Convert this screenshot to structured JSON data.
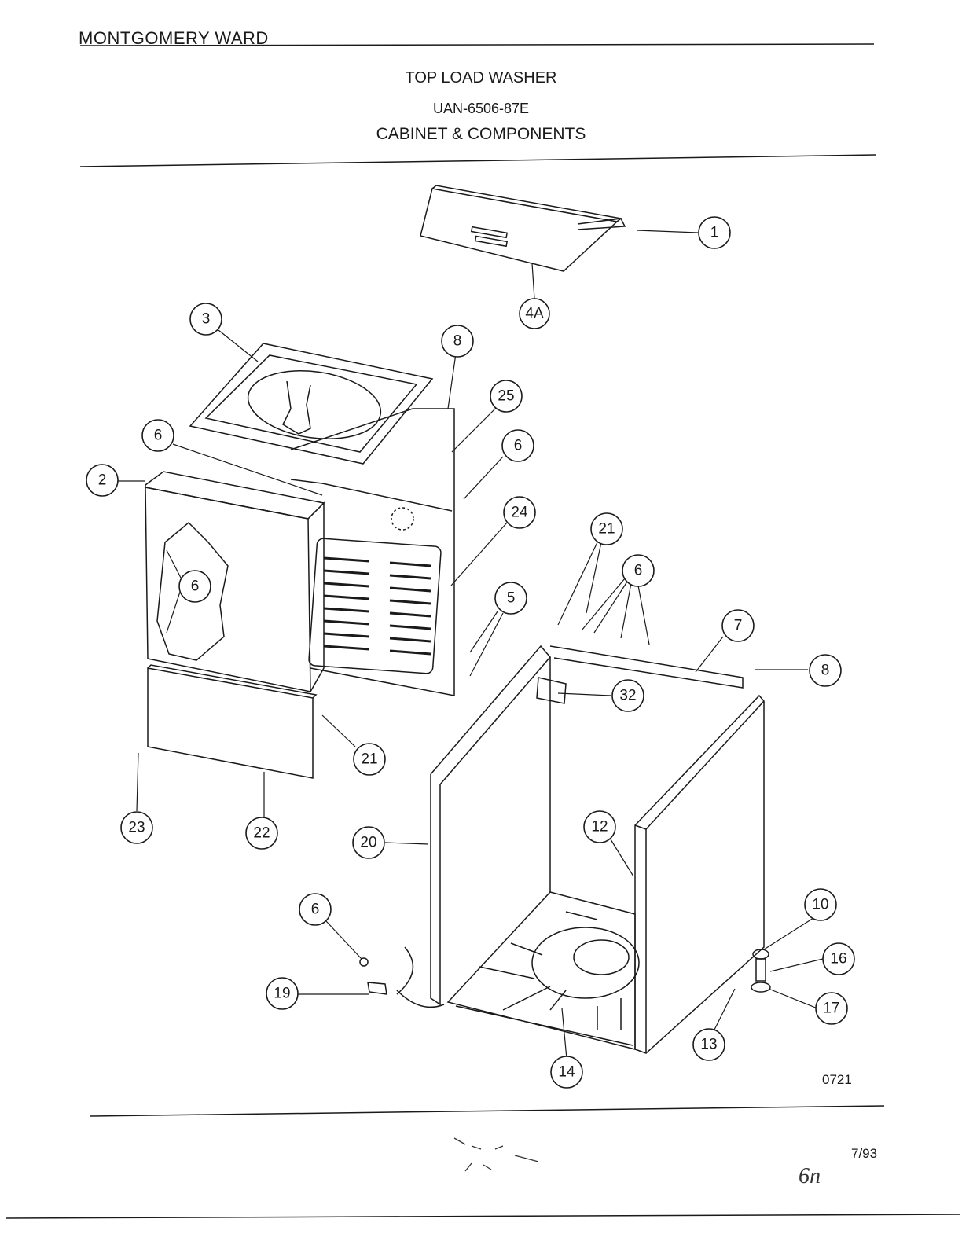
{
  "header": {
    "brand": "MONTGOMERY WARD",
    "product": "TOP LOAD WASHER",
    "model": "UAN-6506-87E",
    "section": "CABINET & COMPONENTS"
  },
  "diagram": {
    "callouts": [
      "1",
      "4A",
      "3",
      "8",
      "25",
      "6",
      "6",
      "2",
      "24",
      "6",
      "21",
      "6",
      "5",
      "7",
      "8",
      "32",
      "21",
      "23",
      "22",
      "20",
      "12",
      "10",
      "6",
      "16",
      "19",
      "17",
      "13",
      "14"
    ]
  },
  "footer": {
    "diagram_ref": "0721",
    "date": "7/93",
    "handwritten_note": "6n"
  }
}
